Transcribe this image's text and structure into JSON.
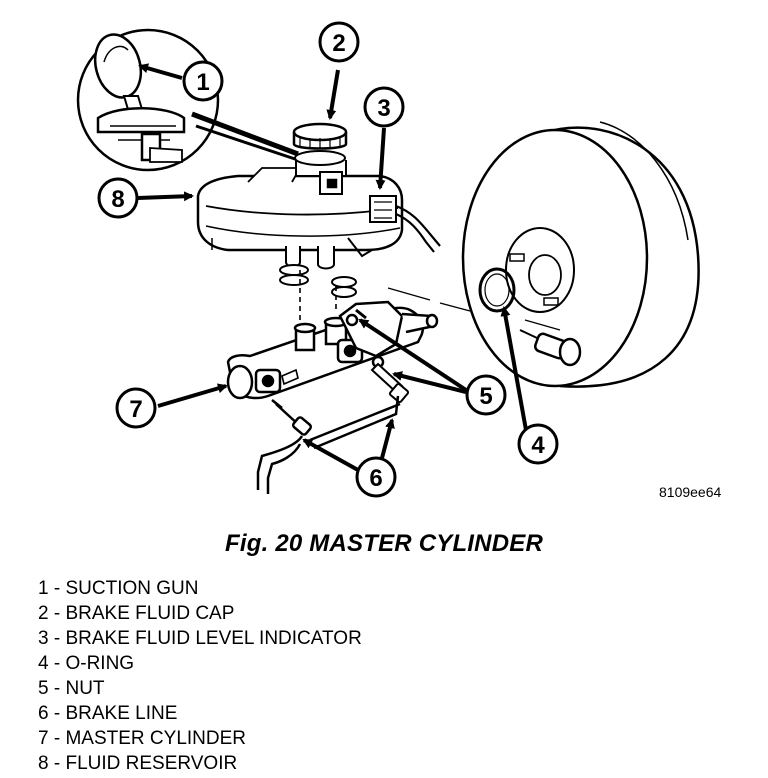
{
  "diagram": {
    "figure_code": "8109ee64",
    "caption": "Fig. 20 MASTER CYLINDER",
    "callouts": [
      "1",
      "2",
      "3",
      "4",
      "5",
      "6",
      "7",
      "8"
    ],
    "legend": [
      {
        "num": "1",
        "sep": " - ",
        "text": "SUCTION GUN"
      },
      {
        "num": "2",
        "sep": " - ",
        "text": "BRAKE FLUID CAP"
      },
      {
        "num": "3",
        "sep": " - ",
        "text": "BRAKE FLUID LEVEL INDICATOR"
      },
      {
        "num": "4",
        "sep": " - ",
        "text": "O-RING"
      },
      {
        "num": "5",
        "sep": " - ",
        "text": "NUT"
      },
      {
        "num": "6",
        "sep": " - ",
        "text": "BRAKE LINE"
      },
      {
        "num": "7",
        "sep": " - ",
        "text": "MASTER CYLINDER"
      },
      {
        "num": "8",
        "sep": " - ",
        "text": "FLUID RESERVOIR"
      }
    ]
  }
}
